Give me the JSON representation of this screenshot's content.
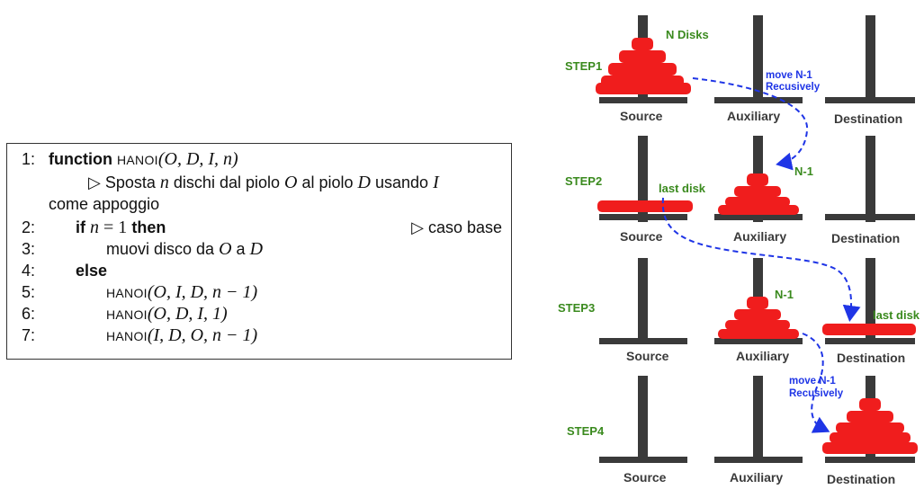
{
  "algorithm": {
    "lines": [
      {
        "num": "1:",
        "keyword": "function",
        "proc": "HANOI",
        "args": "(O, D, I, n)"
      },
      {
        "comment_part1": "▷ Sposta",
        "n": "n",
        "comment_part2": "dischi dal piolo",
        "O": "O",
        "comment_part3": "al piolo",
        "D": "D",
        "comment_part4": "usando",
        "I": "I"
      },
      {
        "text": "come appoggio"
      },
      {
        "num": "2:",
        "kw_if": "if",
        "cond_var": "n",
        "cond_eq": "= 1",
        "kw_then": "then",
        "comment": "▷ caso base"
      },
      {
        "num": "3:",
        "text1": "muovi disco da",
        "from": "O",
        "mid": "a",
        "to": "D"
      },
      {
        "num": "4:",
        "keyword": "else"
      },
      {
        "num": "5:",
        "proc": "HANOI",
        "args": "(O, I, D, n − 1)"
      },
      {
        "num": "6:",
        "proc": "HANOI",
        "args": "(O, D, I, 1)"
      },
      {
        "num": "7:",
        "proc": "HANOI",
        "args": "(I, D, O, n − 1)"
      }
    ]
  },
  "diagram": {
    "colors": {
      "disk": "#f01d1d",
      "peg": "#3a3a3a",
      "step_label": "#3a8a1e",
      "annotation_blue": "#1f35e6",
      "annotation_green": "#3a8a1e"
    },
    "peg_labels": [
      "Source",
      "Auxiliary",
      "Destination"
    ],
    "steps": [
      {
        "label": "STEP1",
        "note_green": "N Disks",
        "note_blue": [
          "move N-1",
          "Recusively"
        ]
      },
      {
        "label": "STEP2",
        "note_green_1": "last disk",
        "note_green_2": "N-1"
      },
      {
        "label": "STEP3",
        "note_green_1": "N-1",
        "note_green_2": "last disk"
      },
      {
        "label": "STEP4",
        "note_blue": [
          "move N-1",
          "Recusively"
        ]
      }
    ]
  }
}
